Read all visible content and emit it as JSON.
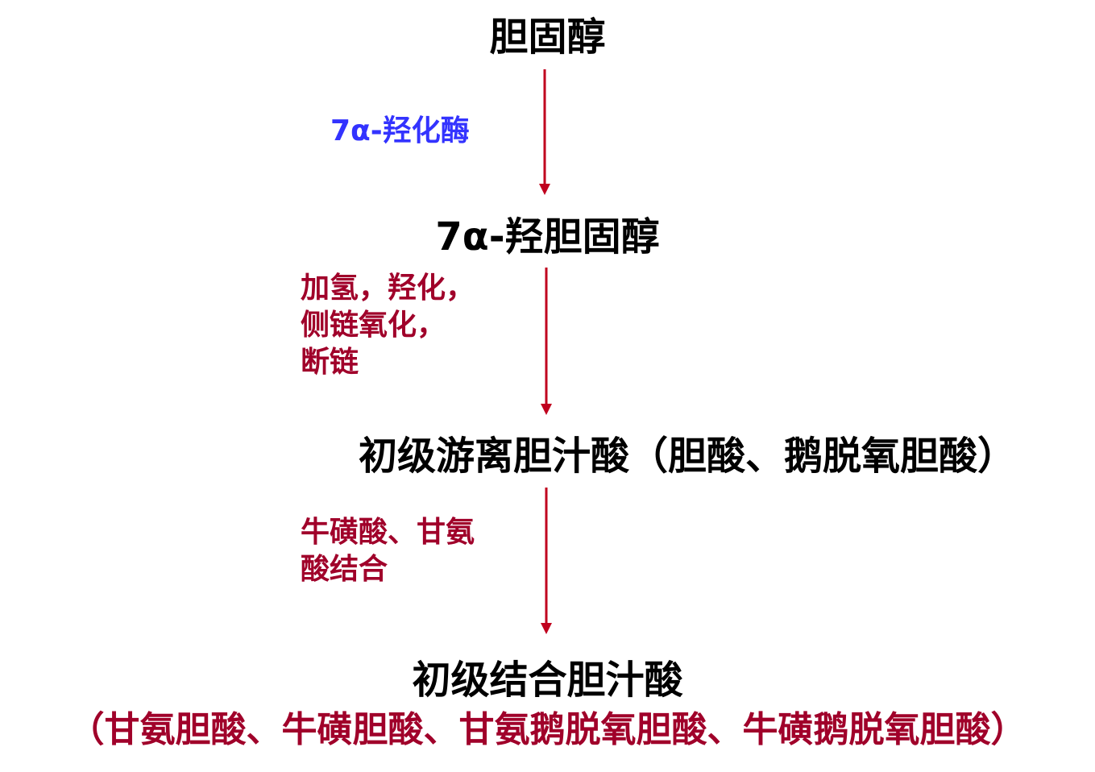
{
  "colors": {
    "arrow": "#C0001E",
    "enzyme": "#3333FF",
    "process": "#A0002A",
    "node": "#000000",
    "products": "#A0002A"
  },
  "nodes": {
    "cholesterol": "胆固醇",
    "hydroxycholesterol": "7α-羟胆固醇",
    "primary_free": "初级游离胆汁酸（胆酸、鹅脱氧胆酸）",
    "primary_conjugated": "初级结合胆汁酸",
    "conjugated_products": "（甘氨胆酸、牛磺胆酸、甘氨鹅脱氧胆酸、牛磺鹅脱氧胆酸）"
  },
  "steps": {
    "enzyme": "7α-羟化酶",
    "modification": [
      "加氢，羟化，",
      "侧链氧化，",
      "断链"
    ],
    "conjugation": [
      "牛磺酸、甘氨",
      "酸结合"
    ]
  }
}
